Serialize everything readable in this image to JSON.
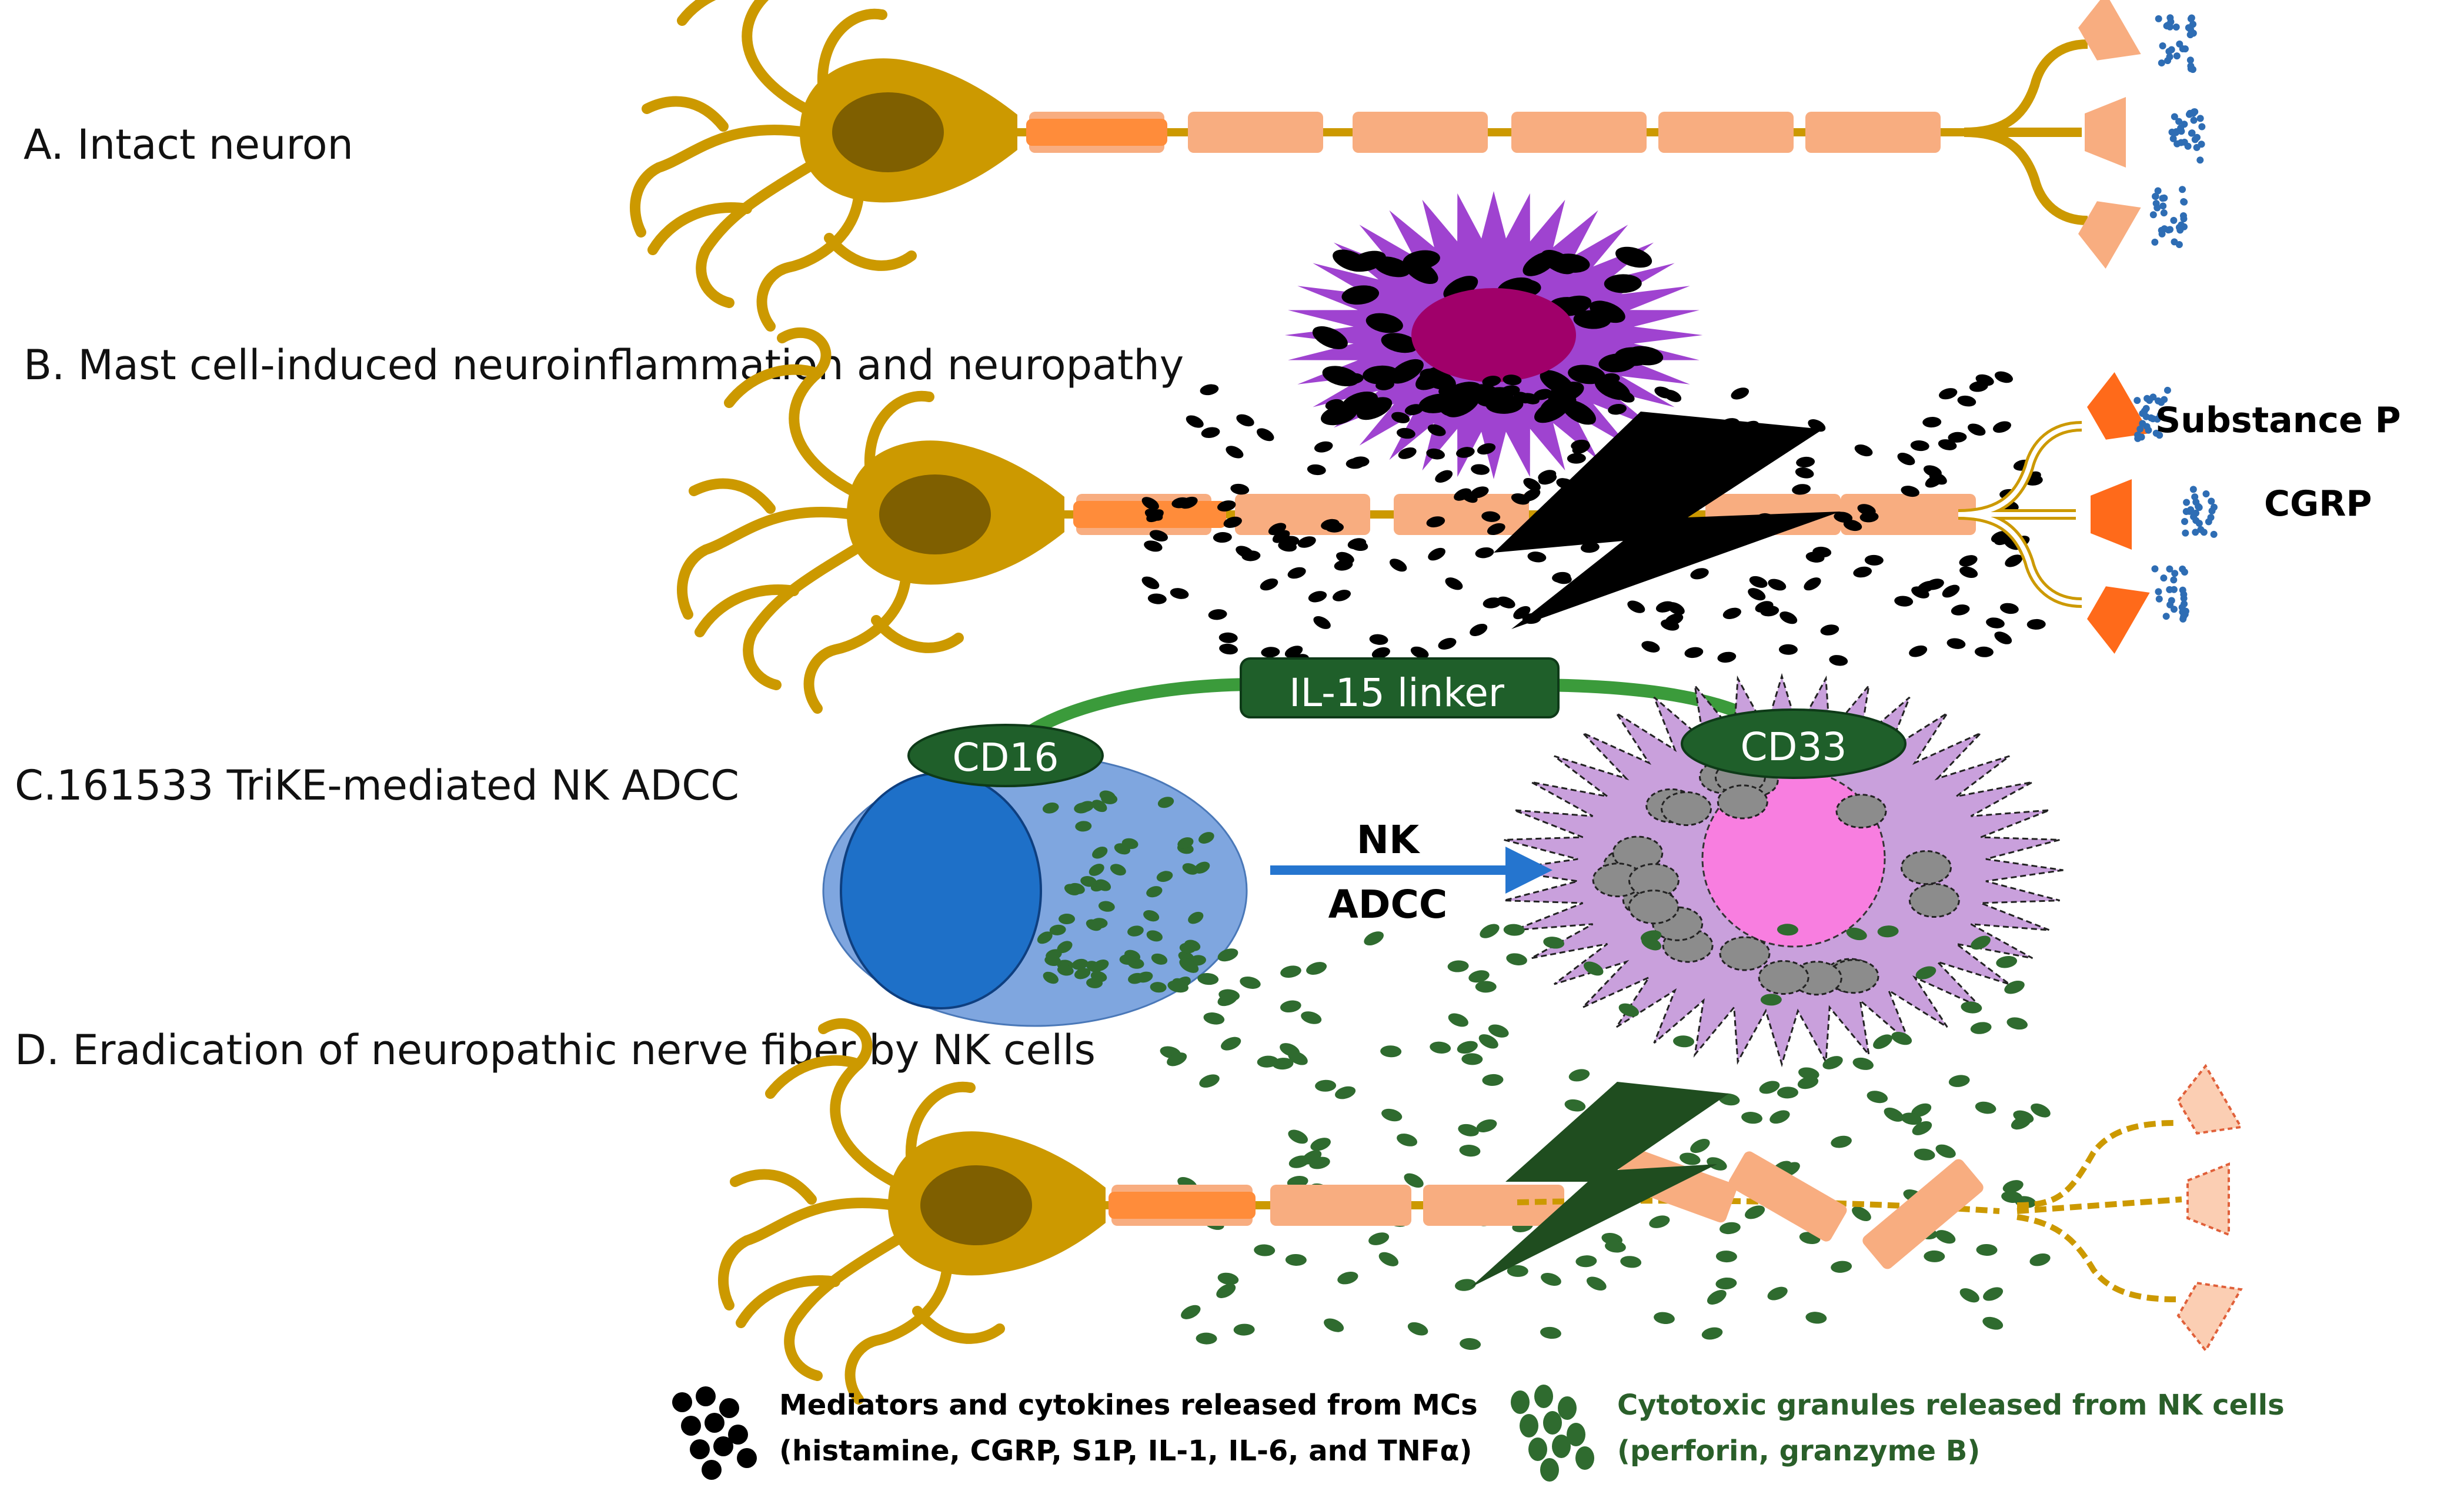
{
  "panels": {
    "a_label": "A. Intact neuron",
    "b_label": "B. Mast cell-induced neuroinflammation and neuropathy",
    "c_label": "C.161533 TriKE-mediated NK ADCC",
    "d_label": "D. Eradication of neuropathic nerve fiber by NK cells"
  },
  "b_labels": {
    "substance_p": "Substance P",
    "cgrp": "CGRP"
  },
  "trike": {
    "linker": "IL-15 linker",
    "cd16": "CD16",
    "cd33": "CD33",
    "adcc_line1": "NK",
    "adcc_line2": "ADCC"
  },
  "legend": {
    "black_line1": "Mediators and cytokines released from MCs",
    "black_line2": "(histamine, CGRP, S1P, IL-1, IL-6, and TNFα)",
    "green_line1": "Cytotoxic granules released from NK cells",
    "green_line2": "(perforin, granzyme B)"
  },
  "colors": {
    "soma": "#CC9900",
    "nucleus": "#7F5F00",
    "myelin": "#F8AD80",
    "myelin_dark": "#FF8C3A",
    "axon_line": "#CC9900",
    "vesicle": "#2E6DB4",
    "terminal": "#F8AD80",
    "terminal_dark": "#FF6A1A",
    "mast_cell": "#9F43D0",
    "mast_nucleus": "#A0006A",
    "mediator": "#000000",
    "nk_cell": "#7FA6DF",
    "nk_nucleus": "#1E70C8",
    "granule": "#2F6B2F",
    "linker": "#1F5F2A",
    "linker_line": "#3B9B3B",
    "target_cell": "#C9A0DC",
    "target_nucleus": "#F87EE0",
    "target_granule": "#8C8C8C",
    "adcc_arrow": "#2575CF",
    "lightning_black": "#000000",
    "lightning_green": "#1F4D1F"
  }
}
